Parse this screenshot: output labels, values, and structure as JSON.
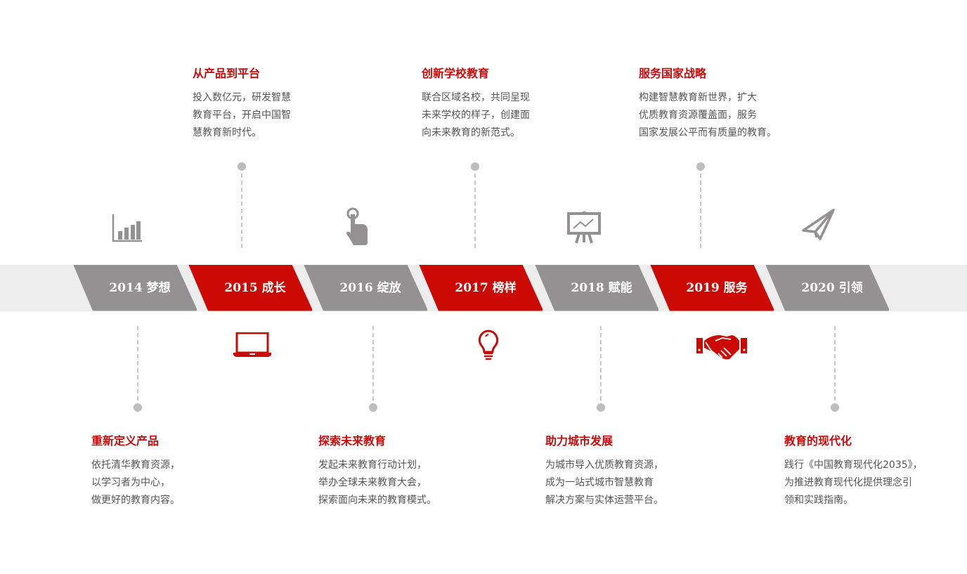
{
  "timeline": [
    {
      "label": "2014 梦想",
      "color": "#939192"
    },
    {
      "label": "2015 成长",
      "color": "#cc0a05"
    },
    {
      "label": "2016 绽放",
      "color": "#939192"
    },
    {
      "label": "2017 榜样",
      "color": "#cc0a05"
    },
    {
      "label": "2018 赋能",
      "color": "#939192"
    },
    {
      "label": "2019 服务",
      "color": "#cc0a05"
    },
    {
      "label": "2020 引领",
      "color": "#939192"
    }
  ],
  "milestones": {
    "m2014": {
      "title": "重新定义产品",
      "lines": [
        "依托清华教育资源，",
        "以学习者为中心，",
        "做更好的教育内容。"
      ],
      "icon": "bar-chart-icon"
    },
    "m2015": {
      "title": "从产品到平台",
      "lines": [
        "投入数亿元，研发智慧",
        "教育平台，开启中国智",
        "慧教育新时代。"
      ],
      "icon": "laptop-icon"
    },
    "m2016": {
      "title": "探索未来教育",
      "lines": [
        "发起未来教育行动计划，",
        "举办全球未来教育大会，",
        "探索面向未来的教育模式。"
      ],
      "icon": "pointer-hand-icon"
    },
    "m2017": {
      "title": "创新学校教育",
      "lines": [
        "联合区域名校，共同呈现",
        "未来学校的样子，创建面",
        "向未来教育的新范式。"
      ],
      "icon": "lightbulb-icon"
    },
    "m2018": {
      "title": "助力城市发展",
      "lines": [
        "为城市导入优质教育资源，",
        "成为一站式城市智慧教育",
        "解决方案与实体运营平台。"
      ],
      "icon": "presentation-board-icon"
    },
    "m2019": {
      "title": "服务国家战略",
      "lines": [
        "构建智慧教育新世界，扩大",
        "优质教育资源覆盖面，服务",
        "国家发展公平而有质量的教育。"
      ],
      "icon": "handshake-icon"
    },
    "m2020": {
      "title": "教育的现代化",
      "lines": [
        "践行《中国教育现代化2035》，",
        "为推进教育现代化提供理念引",
        "领和实践指南。"
      ],
      "icon": "paper-plane-icon"
    }
  }
}
